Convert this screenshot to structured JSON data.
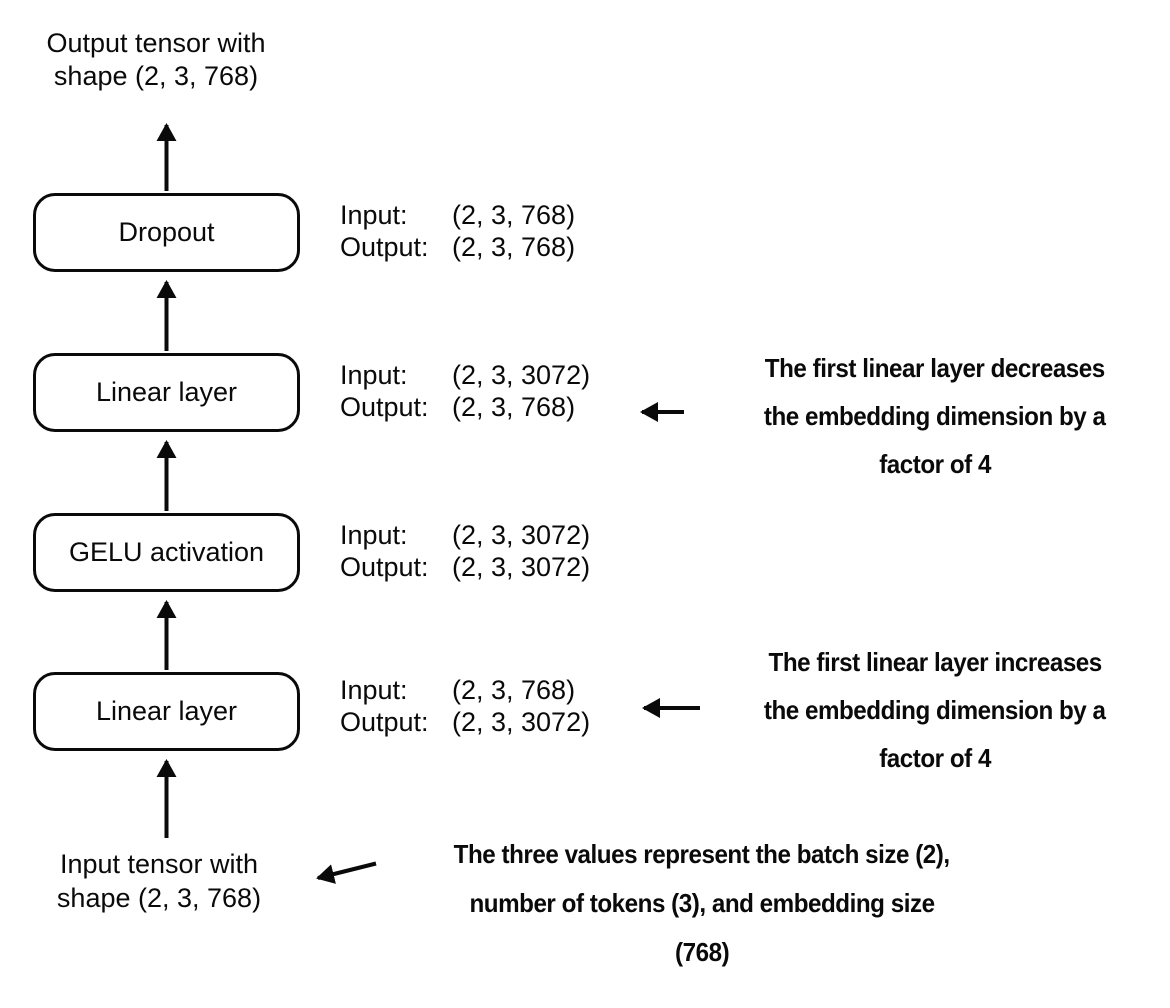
{
  "diagram": {
    "top_label": {
      "line1": "Output tensor with",
      "line2": "shape (2, 3, 768)"
    },
    "bottom_label": {
      "line1": "Input tensor with",
      "line2": "shape (2, 3, 768)"
    },
    "io_labels": {
      "input": "Input:",
      "output": "Output:"
    },
    "layers": [
      {
        "name": "Dropout",
        "input": "(2, 3, 768)",
        "output": "(2, 3, 768)"
      },
      {
        "name": "Linear layer",
        "input": "(2, 3, 3072)",
        "output": "(2, 3, 768)"
      },
      {
        "name": "GELU activation",
        "input": "(2, 3, 3072)",
        "output": "(2, 3, 3072)"
      },
      {
        "name": "Linear layer",
        "input": "(2, 3, 768)",
        "output": "(2, 3, 3072)"
      }
    ],
    "annotations": [
      {
        "line1": "The first linear layer decreases",
        "line2": "the embedding dimension by a",
        "line3": "factor of 4"
      },
      {
        "line1": "The first linear layer increases",
        "line2": "the embedding dimension by a",
        "line3": "factor of 4"
      },
      {
        "line1": "The three values represent the batch size (2),",
        "line2": "number of tokens (3), and embedding size",
        "line3": "(768)"
      }
    ],
    "colors": {
      "ink": "#0a0a0a",
      "background": "#ffffff"
    }
  }
}
